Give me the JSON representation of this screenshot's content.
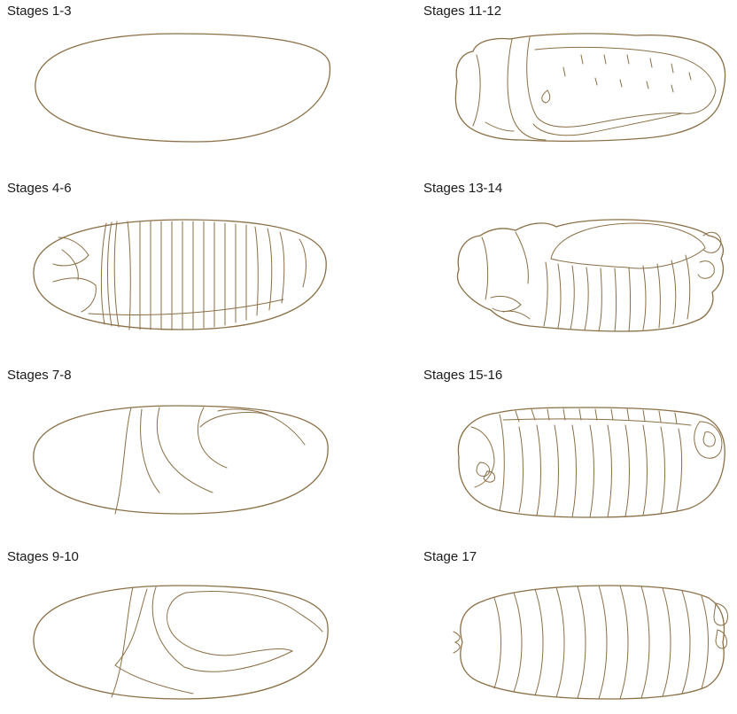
{
  "figure": {
    "panels": [
      {
        "label": "Stages 1-3"
      },
      {
        "label": "Stages 4-6"
      },
      {
        "label": "Stages 7-8"
      },
      {
        "label": "Stages 9-10"
      },
      {
        "label": "Stages 11-12"
      },
      {
        "label": "Stages 13-14"
      },
      {
        "label": "Stages 15-16"
      },
      {
        "label": "Stage 17"
      }
    ],
    "colors": {
      "embryo_light": "#fdf3df",
      "embryo_mid": "#f6ddb0",
      "embryo_dark": "#efc98f",
      "outline": "#8a6f45",
      "label_text": "#1a1a1a"
    }
  }
}
